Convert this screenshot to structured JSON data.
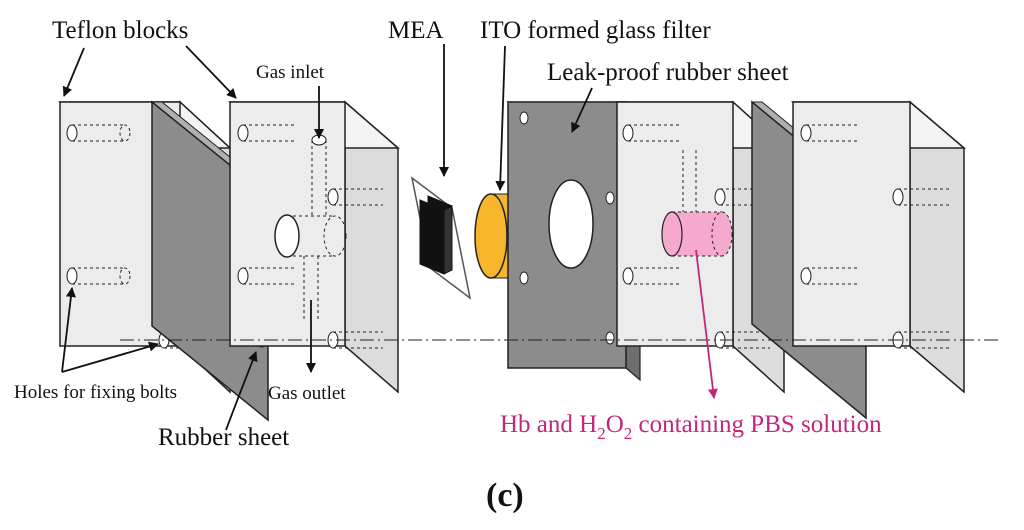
{
  "labels": {
    "teflon_blocks": "Teflon blocks",
    "mea": "MEA",
    "ito_filter": "ITO formed glass filter",
    "gas_inlet": "Gas inlet",
    "leak_proof": "Leak-proof rubber sheet",
    "holes": "Holes for fixing bolts",
    "gas_outlet": "Gas outlet",
    "rubber_sheet": "Rubber sheet",
    "solution_prefix": "Hb and H",
    "solution_sub1": "2",
    "solution_mid": "O",
    "solution_sub2": "2",
    "solution_suffix": " containing PBS solution"
  },
  "caption": "(c)",
  "colors": {
    "teflon": "#ececec",
    "teflon_side": "#dcdcdc",
    "rubber": "#8c8c8c",
    "rubber_side": "#6e6e6e",
    "mea": "#111111",
    "ito": "#f7b52c",
    "pbs": "#f5a9cf",
    "accent_pink": "#c3277d"
  }
}
